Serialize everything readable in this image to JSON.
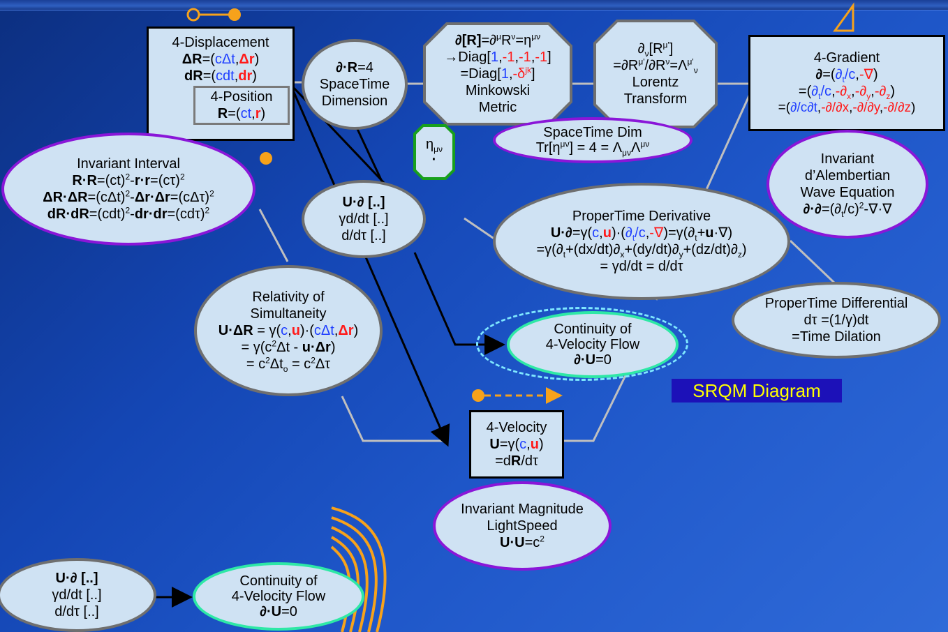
{
  "displacement": {
    "title": "4-Displacement",
    "dR_full": "ΔR=(cΔt,Δr)",
    "dR_diff": "dR=(cdt,dr)",
    "position_title": "4-Position",
    "position_formula": "R=(ct,r)"
  },
  "spacetime_dim": {
    "line1": "∂·R=4",
    "line2": "SpaceTime",
    "line3": "Dimension"
  },
  "minkowski": {
    "line1": "∂[R]=∂μRν=ημν",
    "line2": "→Diag[1,-1,-1,-1]",
    "line3": "=Diag[1,-δjk]",
    "line4": "Minkowski",
    "line5": "Metric"
  },
  "lorentz": {
    "line1": "∂ν[Rμ']",
    "line2": "=∂Rμ'/∂Rν=Λμ'ν",
    "line3": "Lorentz",
    "line4": "Transform"
  },
  "gradient": {
    "title": "4-Gradient",
    "line1": "∂=(∂t/c,-∇)",
    "line2": "=(∂t/c,-∂x,-∂y,-∂z)",
    "line3": "=(∂/c∂t,-∂/∂x,-∂/∂y,-∂/∂z)"
  },
  "trace": {
    "line1": "SpaceTime Dim",
    "line2": "Tr[ημν] = 4 = ΛμνΛμν"
  },
  "eta_badge": {
    "line1": "ημν",
    "line2": "·"
  },
  "interval": {
    "title": "Invariant Interval",
    "line1": "R·R=(ct)²-r·r=(cτ)²",
    "line2": "ΔR·ΔR=(cΔt)²-Δr·Δr=(cΔτ)²",
    "line3": "dR·dR=(cdt)²-dr·dr=(cdτ)²"
  },
  "dalembertian": {
    "line1": "Invariant",
    "line2": "d’Alembertian",
    "line3": "Wave Equation",
    "line4": "∂·∂=(∂t/c)²-∇·∇"
  },
  "u_dot_d": {
    "line1": "U·∂ [..]",
    "line2": "γd/dt [..]",
    "line3": "d/dτ [..]"
  },
  "proper_time_derivative": {
    "title": "ProperTime Derivative",
    "line1": "U·∂=γ(c,u)·(∂t/c,-∇)=γ(∂t+u·∇)",
    "line2": "=γ(∂t+(dx/dt)∂x+(dy/dt)∂y+(dz/dt)∂z)",
    "line3": "= γd/dt = d/dτ"
  },
  "simultaneity": {
    "line1": "Relativity of",
    "line2": "Simultaneity",
    "line3": "U·ΔR = γ(c,u)·(cΔt,Δr)",
    "line4": "= γ(c²Δt - u·Δr)",
    "line5": "= c²Δto = c²Δτ"
  },
  "proper_time_differential": {
    "line1": "ProperTime Differential",
    "line2": "dτ =(1/γ)dt",
    "line3": "=Time Dilation"
  },
  "continuity": {
    "line1": "Continuity of",
    "line2": "4-Velocity Flow",
    "line3": "∂·U=0"
  },
  "srqm_label": "SRQM Diagram",
  "velocity": {
    "title": "4-Velocity",
    "line1": "U=γ(c,u)",
    "line2": "=dR/dτ"
  },
  "magnitude": {
    "line1": "Invariant Magnitude",
    "line2": "LightSpeed",
    "line3": "U·U=c²"
  },
  "legend": {
    "u_dot_d": {
      "line1": "U·∂ [..]",
      "line2": "γd/dt [..]",
      "line3": "d/dτ [..]"
    },
    "continuity": {
      "line1": "Continuity of",
      "line2": "4-Velocity Flow",
      "line3": "∂·U=0"
    }
  },
  "colors": {
    "node_fill": "#cfe2f3",
    "accent_blue": "#1f3fff",
    "accent_red": "#ff1a1a",
    "purple_border": "#8a16d8",
    "green_border": "#2ee8a6",
    "orange": "#f7a21b",
    "label_bg": "#1c11b8",
    "label_text": "#ffff00"
  }
}
